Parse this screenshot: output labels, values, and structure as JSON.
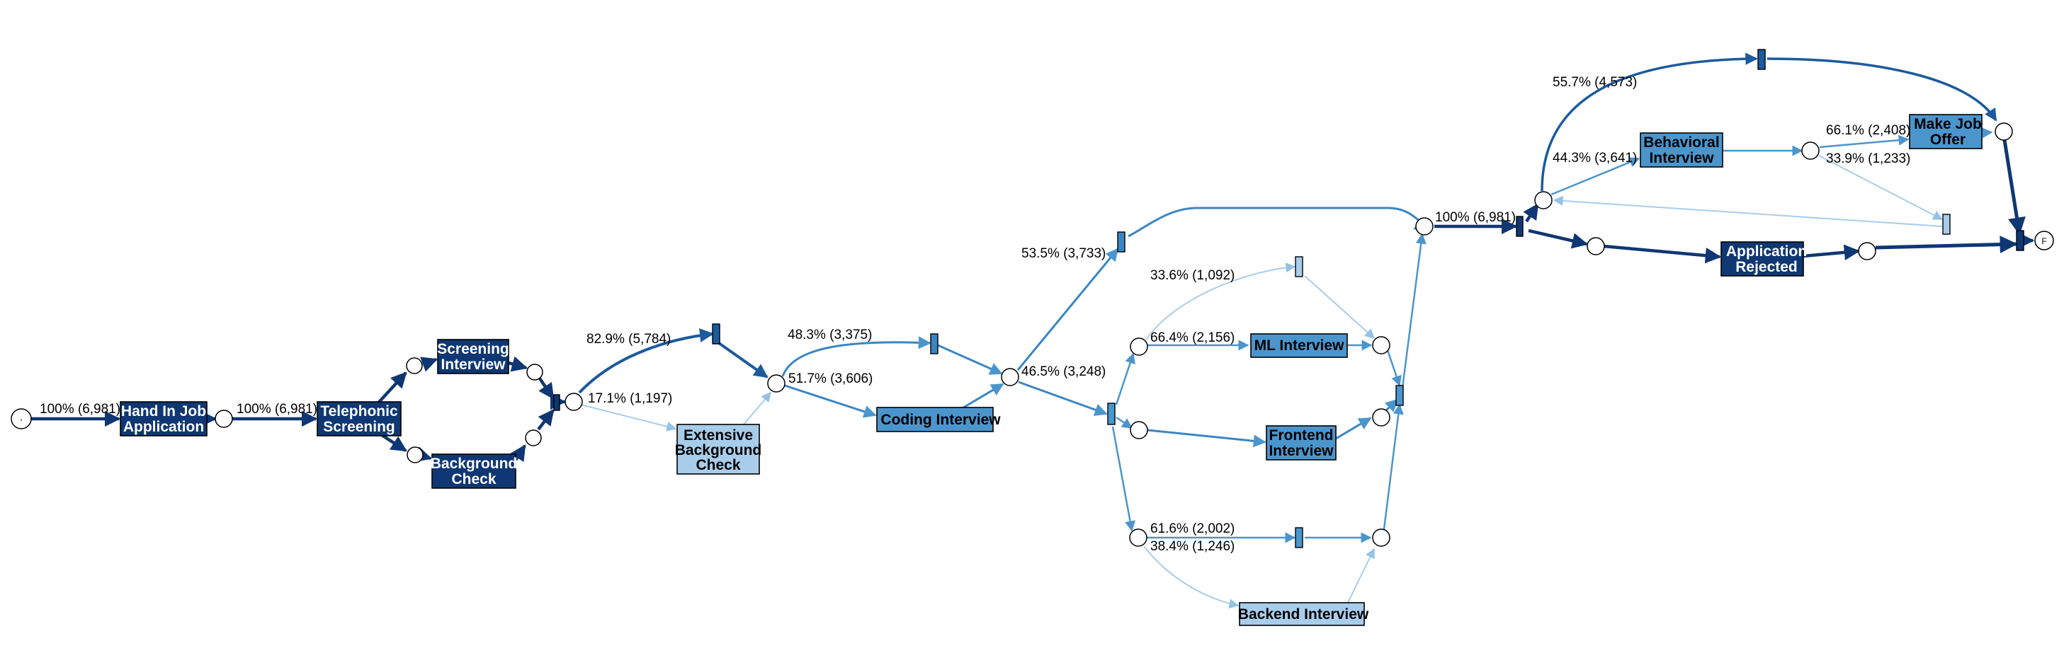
{
  "colors": {
    "darkest": "#0f3773",
    "dark": "#1c5a9d",
    "mid": "#4b95cd",
    "light": "#93c2e5",
    "lighter": "#a8cdeb"
  },
  "transitions": {
    "hand_in": [
      "Hand In Job",
      "Application"
    ],
    "telephonic": [
      "Telephonic",
      "Screening"
    ],
    "screening_interview": [
      "Screening",
      "Interview"
    ],
    "background_check": [
      "Background",
      "Check"
    ],
    "extensive_background": [
      "Extensive",
      "Background",
      "Check"
    ],
    "coding_interview": [
      "Coding Interview"
    ],
    "ml_interview": [
      "ML Interview"
    ],
    "frontend_interview": [
      "Frontend",
      "Interview"
    ],
    "backend_interview": [
      "Backend Interview"
    ],
    "behavioral_interview": [
      "Behavioral",
      "Interview"
    ],
    "make_job_offer": [
      "Make Job",
      "Offer"
    ],
    "application_rejected": [
      "Application",
      "Rejected"
    ]
  },
  "arc_labels": {
    "start_to_hand_in": "100% (6,981)",
    "hand_in_to_telephonic": "100% (6,981)",
    "split_main": "82.9% (5,784)",
    "split_extensive": "17.1% (1,197)",
    "coding_skip": "48.3% (3,375)",
    "coding_take": "51.7% (3,606)",
    "tech_skip": "53.5% (3,733)",
    "tech_take": "46.5% (3,248)",
    "ml_skip": "33.6% (1,092)",
    "ml_take": "66.4% (2,156)",
    "backend_skip": "61.6% (2,002)",
    "backend_take": "38.4% (1,246)",
    "post_tech": "100% (6,981)",
    "behavioral_skip": "55.7% (4,573)",
    "behavioral_take": "44.3% (3,641)",
    "offer_take": "66.1% (2,408)",
    "offer_loop": "33.9% (1,233)"
  },
  "markers": {
    "start_symbol": "·",
    "end_symbol": "F"
  }
}
